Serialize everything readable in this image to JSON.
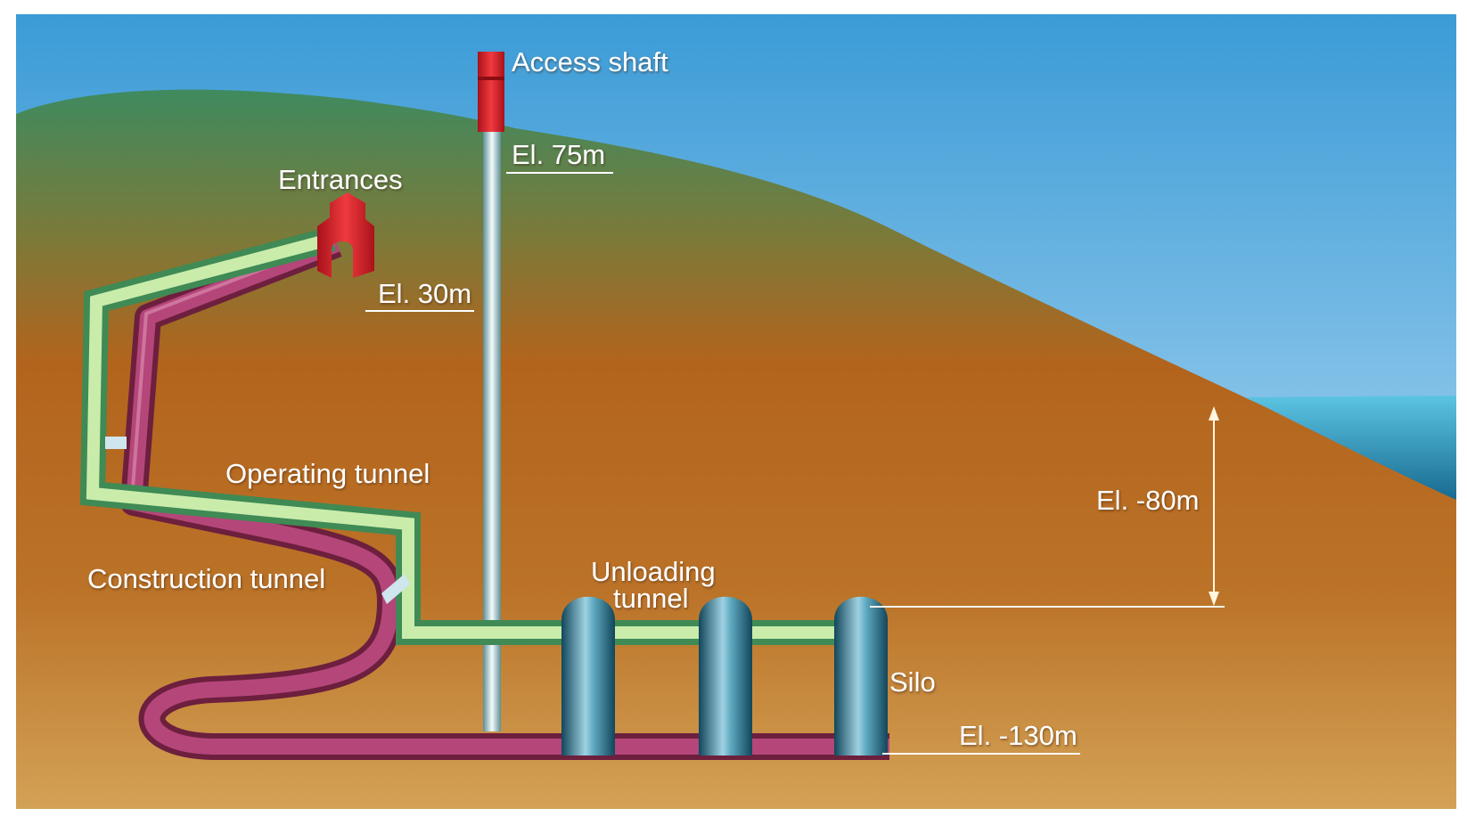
{
  "labels": {
    "access_shaft": "Access shaft",
    "el_75": "El. 75m",
    "entrances": "Entrances",
    "el_30": "El. 30m",
    "operating_tunnel": "Operating tunnel",
    "construction_tunnel": "Construction tunnel",
    "unloading_tunnel_line1": "Unloading",
    "unloading_tunnel_line2": "tunnel",
    "silo": "Silo",
    "el_minus_80": "El. -80m",
    "el_minus_130": "El. -130m"
  },
  "colors": {
    "sky_top": "#3f9fd8",
    "sky_bottom": "#cfe8f6",
    "ground": "#b8681c",
    "grass": "#4a8c5c",
    "sea": "#1f8ab8",
    "access_structure": "#d4202a",
    "operating_tunnel": "#9fd08a",
    "construction_tunnel": "#a33a63",
    "silo": "#2d6f86",
    "shaft": "#dfeef0",
    "label_text": "#ffffff"
  },
  "icons": {
    "access_shaft_head": "red-tower",
    "entrance_portal": "red-portal"
  }
}
